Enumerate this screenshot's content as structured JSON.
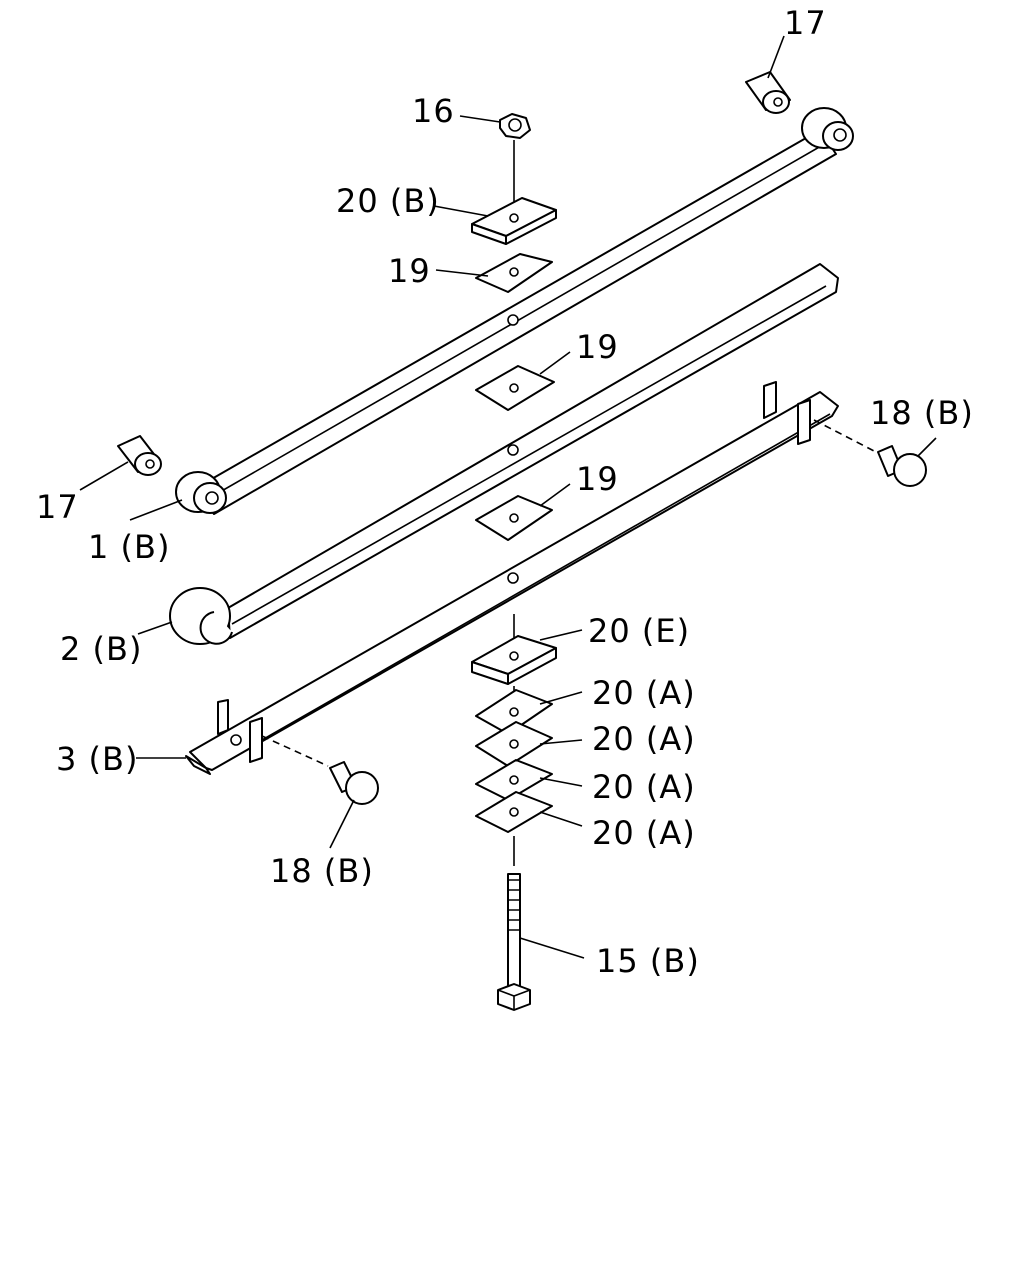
{
  "labels": {
    "p17_top": "17",
    "p16": "16",
    "p20b": "20 (B)",
    "p19_top": "19",
    "p19_mid": "19",
    "p19_low": "19",
    "p18b_right": "18 (B)",
    "p17_left": "17",
    "p1b": "1 (B)",
    "p2b": "2 (B)",
    "p20e": "20 (E)",
    "p20a_1": "20 (A)",
    "p20a_2": "20 (A)",
    "p20a_3": "20 (A)",
    "p20a_4": "20 (A)",
    "p3b": "3 (B)",
    "p18b_left": "18 (B)",
    "p15b": "15 (B)"
  }
}
